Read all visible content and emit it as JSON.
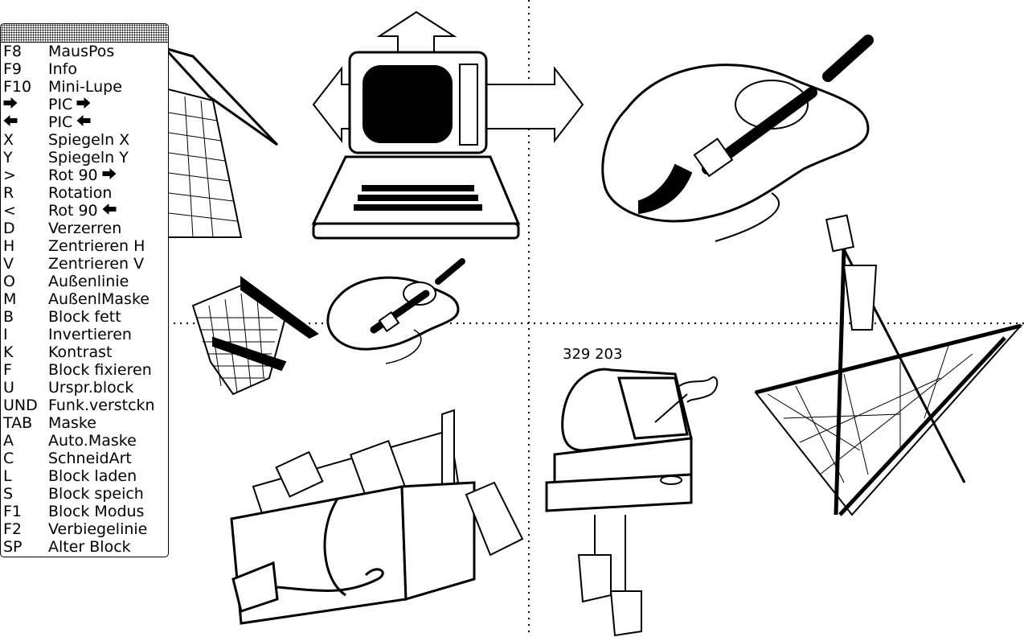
{
  "status": {
    "coordinates": "329 203"
  },
  "menu": {
    "items": [
      {
        "key": "F8",
        "label": "MausPos"
      },
      {
        "key": "F9",
        "label": "Info"
      },
      {
        "key": "F10",
        "label": "Mini-Lupe"
      },
      {
        "key_icon": "arrow-right-icon",
        "label": "PIC",
        "label_icon": "arrow-right-icon"
      },
      {
        "key_icon": "arrow-left-icon",
        "label": "PIC",
        "label_icon": "arrow-left-icon"
      },
      {
        "key": "X",
        "label": "Spiegeln X"
      },
      {
        "key": "Y",
        "label": "Spiegeln Y"
      },
      {
        "key": ">",
        "label": "Rot 90",
        "label_icon": "arrow-right-icon"
      },
      {
        "key": "R",
        "label": "Rotation"
      },
      {
        "key": "<",
        "label": "Rot 90",
        "label_icon": "arrow-left-icon"
      },
      {
        "key": "D",
        "label": "Verzerren"
      },
      {
        "key": "H",
        "label": "Zentrieren H"
      },
      {
        "key": "V",
        "label": "Zentrieren V"
      },
      {
        "key": "O",
        "label": "Außenlinie"
      },
      {
        "key": "M",
        "label": "AußenlMaske"
      },
      {
        "key": "B",
        "label": "Block fett"
      },
      {
        "key": "I",
        "label": "Invertieren"
      },
      {
        "key": "K",
        "label": "Kontrast"
      },
      {
        "key": "F",
        "label": "Block fixieren"
      },
      {
        "key": "U",
        "label": "Urspr.block"
      },
      {
        "key": "UND",
        "label": "Funk.verstckn"
      },
      {
        "key": "TAB",
        "label": "Maske"
      },
      {
        "key": "A",
        "label": "Auto.Maske"
      },
      {
        "key": "C",
        "label": "SchneidArt"
      },
      {
        "key": "L",
        "label": "Block laden"
      },
      {
        "key": "S",
        "label": "Block speich"
      },
      {
        "key": "F1",
        "label": "Block Modus"
      },
      {
        "key": "F2",
        "label": "Verbiegelinie"
      },
      {
        "key": "SP",
        "label": "Alter Block"
      }
    ]
  },
  "clipart": [
    "house-roof-icon",
    "computer-move-arrows-icon",
    "mouse-stylus-large-icon",
    "house-small-icon",
    "mouse-stylus-small-icon",
    "plotter-compass-icon",
    "bag-computer-parts-icon",
    "monitor-bird-icon"
  ],
  "colors": {
    "ink": "#000000",
    "paper": "#ffffff"
  }
}
